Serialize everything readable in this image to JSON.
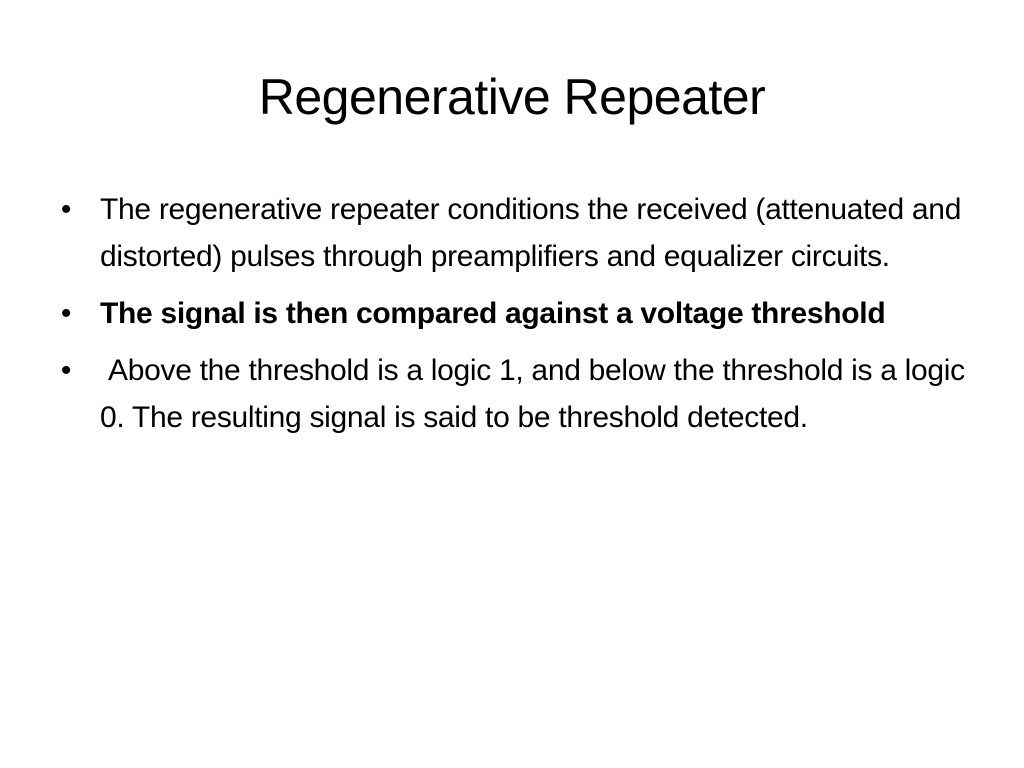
{
  "slide": {
    "title": "Regenerative Repeater",
    "bullets": [
      {
        "marker": "•",
        "text": "The regenerative repeater conditions the received (attenuated and distorted) pulses through preamplifiers and equalizer circuits.",
        "bold": false
      },
      {
        "marker": "•",
        "text": "The signal is then compared against a voltage threshold",
        "bold": true
      },
      {
        "marker": "•",
        "text": " Above the threshold is a logic 1, and below the threshold is a logic 0. The resulting signal is said to be threshold detected.",
        "bold": false
      }
    ]
  }
}
